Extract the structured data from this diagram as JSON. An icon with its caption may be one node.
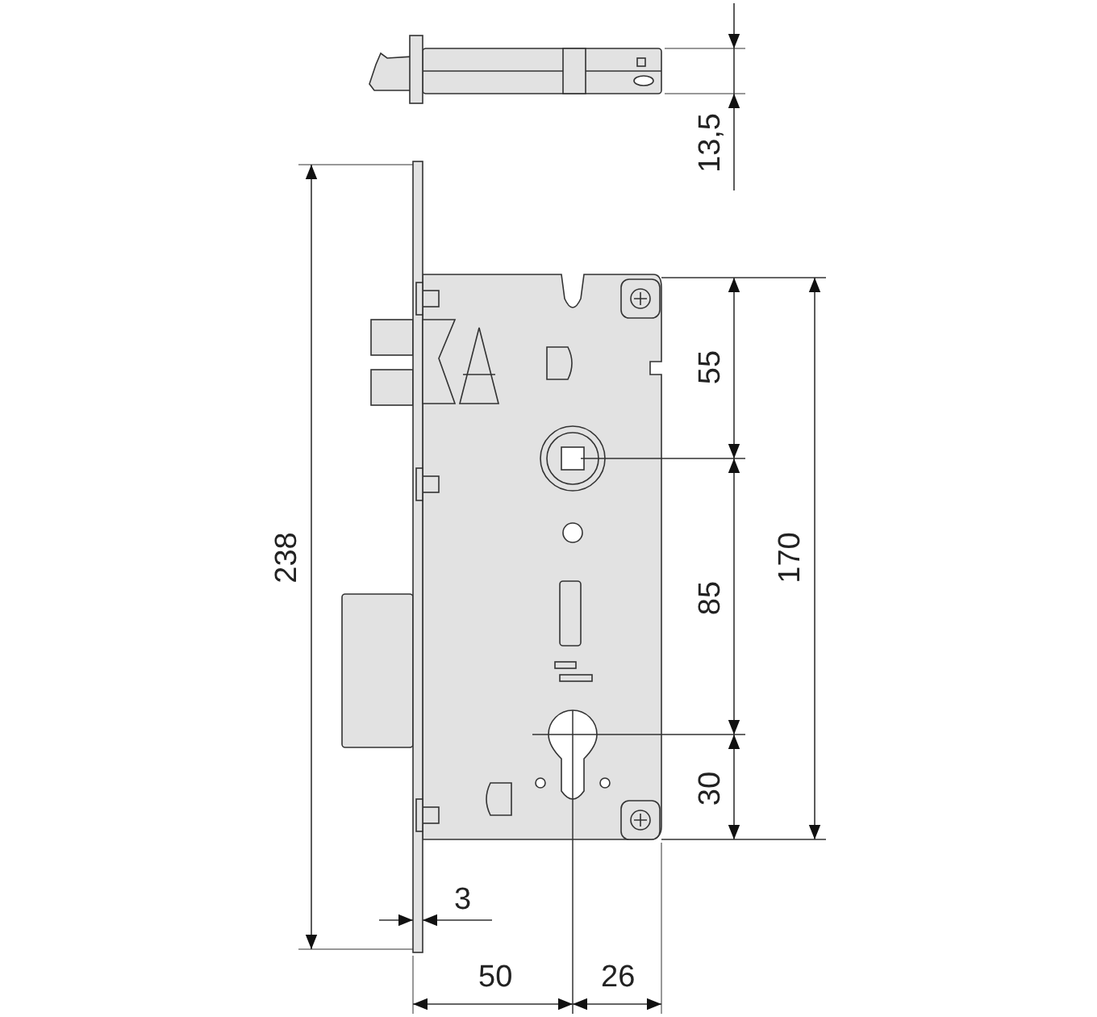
{
  "diagram": {
    "labels": [
      "13,5",
      "238",
      "55",
      "170",
      "85",
      "30",
      "3",
      "50",
      "26"
    ]
  }
}
